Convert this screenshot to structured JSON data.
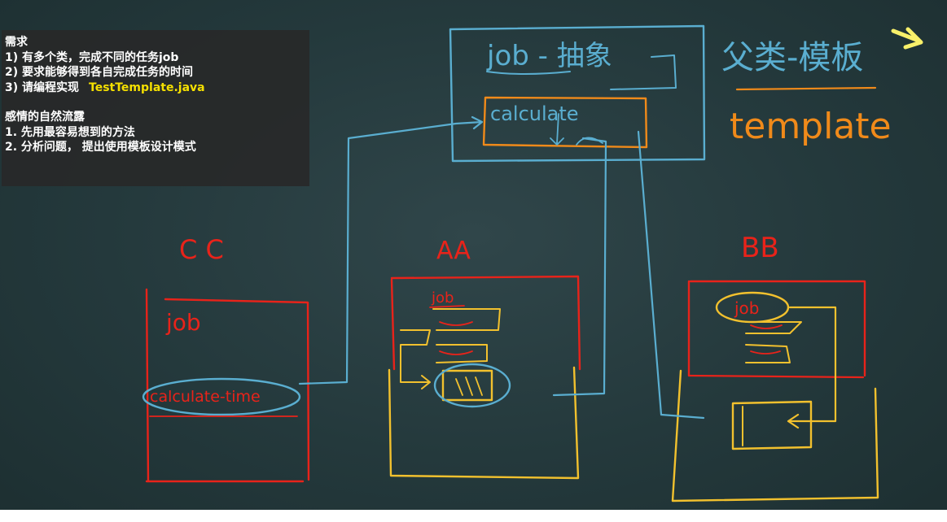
{
  "notes": {
    "title": "需求",
    "req1": "1) 有多个类，完成不同的任务job",
    "req2": "2) 要求能够得到各自完成任务的时间",
    "req3_prefix": "3) 请编程实现",
    "req3_file": "TestTemplate.java",
    "sub_title": "感情的自然流露",
    "step1": "1. 先用最容易想到的方法",
    "step2": "2. 分析问题， 提出使用模板设计模式"
  },
  "handwriting": {
    "abstract_box_title": "job - 抽象",
    "calculate_label": "calculate",
    "parent_title": "父类-模板",
    "template_word": "template",
    "class_cc": "C C",
    "class_aa": "AA",
    "class_bb": "BB",
    "cc_job": "job",
    "cc_method": "calculate-time",
    "aa_job": "job",
    "bb_job": "job"
  },
  "colors": {
    "board": "#27393c",
    "chalk_blue": "#5aaed0",
    "chalk_red": "#e8231a",
    "chalk_yellow": "#f2c12e",
    "chalk_orange": "#f08a1a",
    "notes_bg": "#2a2a2a",
    "notes_highlight": "#f5e000",
    "arrow": "#f8f06a"
  }
}
